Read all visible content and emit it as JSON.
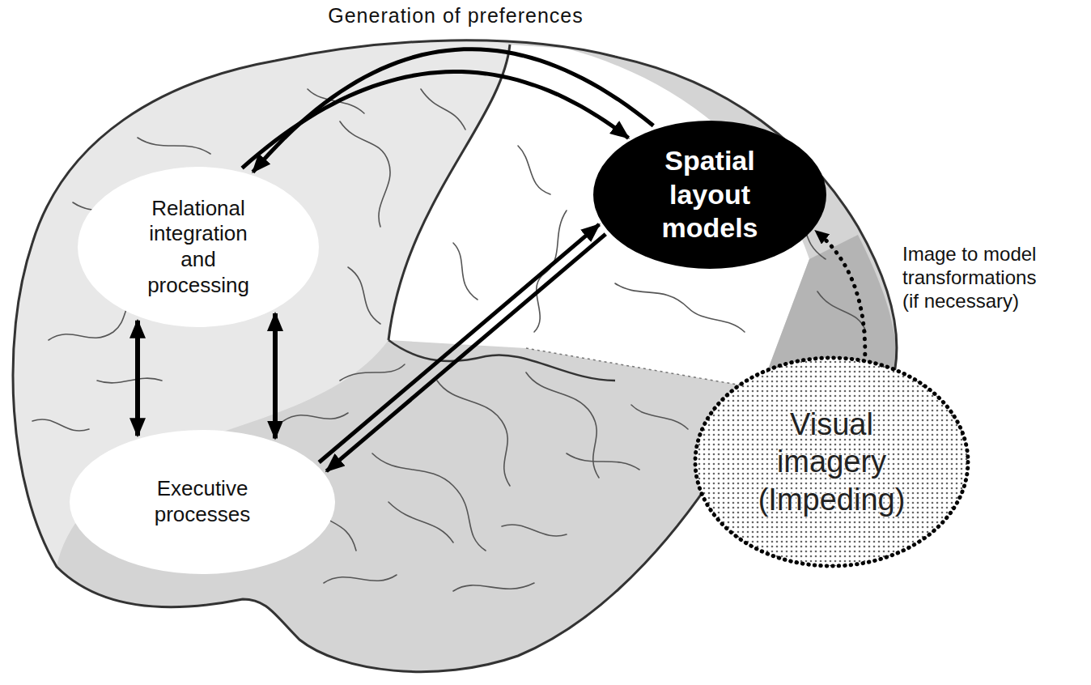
{
  "diagram": {
    "nodes": [
      {
        "text": [
          "Relational integration and processing"
        ]
      },
      {
        "text": [
          "Spatial layout models"
        ]
      },
      {
        "text": [
          "Executive processes"
        ]
      },
      {
        "text": [
          "Visual imagery (Impeding)"
        ]
      }
    ],
    "edges": [
      {
        "from": 0,
        "to": 1,
        "arrow": "to",
        "label": "Generation of preferences"
      },
      {
        "from": 1,
        "to": 0,
        "arrow": "to"
      },
      {
        "from": 0,
        "to": 2,
        "arrow": "both"
      },
      {
        "from": 0,
        "to": 2,
        "arrow": "both"
      },
      {
        "from": 2,
        "to": 1,
        "arrow": "to"
      },
      {
        "from": 1,
        "to": 2,
        "arrow": "to"
      },
      {
        "from": 3,
        "to": 1,
        "arrow": "to",
        "label": "Image to model transformations (if necessary)"
      }
    ]
  }
}
